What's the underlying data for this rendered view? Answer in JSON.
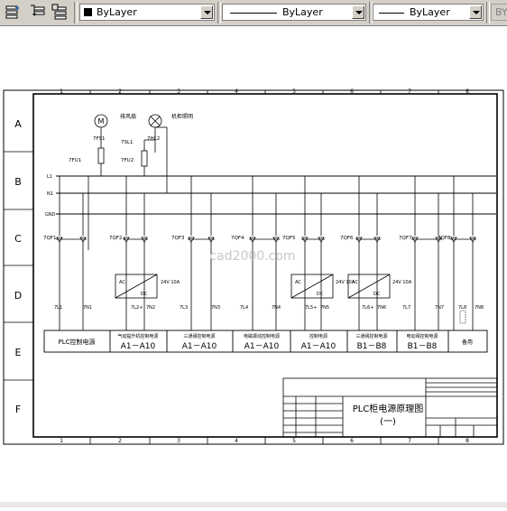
{
  "toolbar": {
    "icons": [
      "layer-states-icon",
      "make-current-icon",
      "layer-previous-icon"
    ],
    "color_value": "ByLayer",
    "linetype_value": "ByLayer",
    "lineweight_value": "ByLayer",
    "plotstyle_value": "BY"
  },
  "drawing": {
    "row_labels": [
      "A",
      "B",
      "C",
      "D",
      "E",
      "F"
    ],
    "col_numbers": [
      "1",
      "2",
      "3",
      "4",
      "5",
      "6",
      "7",
      "8"
    ],
    "top_devices": {
      "motor": "M",
      "motor_label": "排风扇",
      "lamp_label": "机柜照明"
    },
    "device_tags": [
      "7FS1",
      "7FU1",
      "7SL1",
      "7FU2",
      "7HL2"
    ],
    "bus_labels": [
      "L1",
      "N1",
      "GND"
    ],
    "breakers": [
      "7QF1",
      "7QF2",
      "7QF3",
      "7QF4",
      "7QF5",
      "7QF6",
      "7QF7",
      "7QF8"
    ],
    "power_supplies": [
      {
        "ac": "AC",
        "dc": "DC",
        "rating": "24V\n10A"
      },
      {
        "ac": "AC",
        "dc": "DC",
        "rating": "24V\n10A"
      },
      {
        "ac": "AC",
        "dc": "DC",
        "rating": "24V\n10A"
      }
    ],
    "wire_labels": [
      "7L1",
      "7N1",
      "7L2+",
      "7N2",
      "7L3",
      "7N3",
      "7L4",
      "7N4",
      "7L5+",
      "7N5",
      "7L6+",
      "7N6",
      "7L7",
      "7N7",
      "7L8",
      "7N8"
    ],
    "function_blocks": [
      {
        "title": "PLC控制电源",
        "range": ""
      },
      {
        "title": "气动提升机控制电源",
        "range": "A1－A10"
      },
      {
        "title": "三通阀控制电源",
        "range": "A1－A10"
      },
      {
        "title": "电磁振动控制电源",
        "range": "A1－A10"
      },
      {
        "title": "控制电源",
        "range": "A1－A10"
      },
      {
        "title": "三通阀控制电源",
        "range": "B1－B8"
      },
      {
        "title": "电动阀控制电源",
        "range": "B1－B8"
      },
      {
        "title": "备用",
        "range": ""
      }
    ],
    "title_block": {
      "title": "PLC柜电源原理图",
      "sub": "(一)",
      "watermark": "cad2000.com"
    }
  }
}
